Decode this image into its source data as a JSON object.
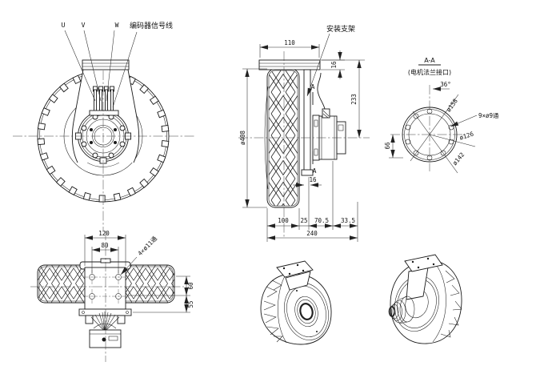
{
  "drawing": {
    "meta": {
      "background": "#ffffff",
      "line_color": "#1a1a1a"
    },
    "front": {
      "phase_u": "U",
      "phase_v": "V",
      "phase_w": "W",
      "encoder_cable_label": "编码器信号线"
    },
    "side": {
      "mounting_bracket_label": "安装支架",
      "dim_bracket_width": "110",
      "dim_bracket_thickness": "16",
      "dim_overall_height": "233",
      "dim_wheel_diameter": "ø408",
      "dim_tire_width": "100",
      "dim_hub_gap": "25",
      "dim_motor_length": "70.5",
      "dim_encoder_length": "33.5",
      "dim_overall_width": "240",
      "dim_plate_thickness": "16",
      "section_mark_top": "A",
      "section_mark_bottom": "A"
    },
    "section": {
      "title": "A-A",
      "subtitle": "(电机法兰接口)",
      "dim_hole_angle": "36°",
      "dim_bolt_circle": "ø158",
      "dim_bolt_holes": "9×ø9通",
      "dim_pilot_diameter": "ø126",
      "dim_flange_diameter": "ø142",
      "dim_center_offset": "66"
    },
    "bottom": {
      "dim_plate_width": "120",
      "dim_hole_spacing": "80",
      "dim_mount_holes": "4×ø11通",
      "dim_offset_60": "60",
      "dim_offset_55": "55"
    }
  }
}
